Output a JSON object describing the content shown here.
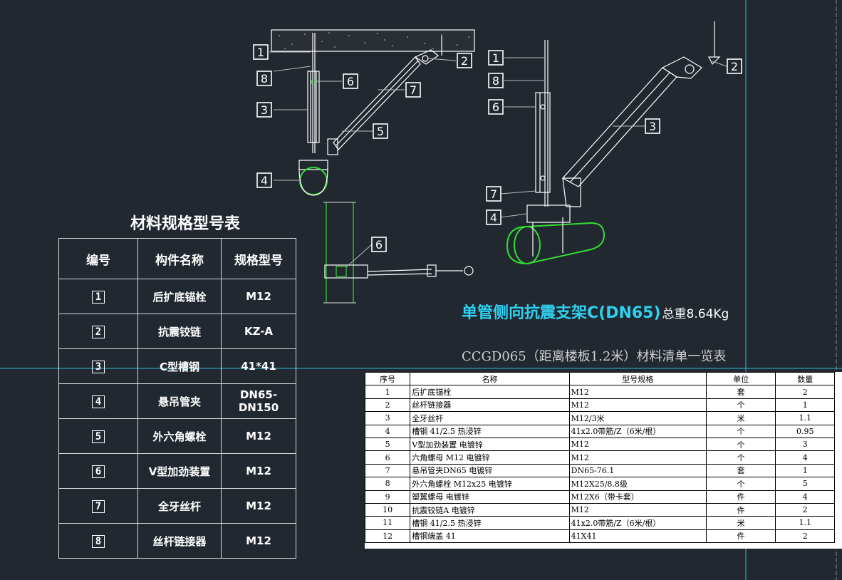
{
  "diagram_labels": {
    "left": [
      "1",
      "8",
      "6",
      "3",
      "7",
      "5",
      "4",
      "2"
    ],
    "right": [
      "1",
      "8",
      "6",
      "7",
      "4",
      "2",
      "3"
    ],
    "side": [
      "6"
    ]
  },
  "spec_table": {
    "title": "材料规格型号表",
    "headers": [
      "编号",
      "构件名称",
      "规格型号"
    ],
    "rows": [
      {
        "no": "1",
        "name": "后扩底锚栓",
        "spec": "M12"
      },
      {
        "no": "2",
        "name": "抗震铰链",
        "spec": "KZ-A"
      },
      {
        "no": "3",
        "name": "C型槽钢",
        "spec": "41*41"
      },
      {
        "no": "4",
        "name": "悬吊管夹",
        "spec": "DN65-DN150"
      },
      {
        "no": "5",
        "name": "外六角螺栓",
        "spec": "M12"
      },
      {
        "no": "6",
        "name": "V型加劲装置",
        "spec": "M12"
      },
      {
        "no": "7",
        "name": "全牙丝杆",
        "spec": "M12"
      },
      {
        "no": "8",
        "name": "丝杆链接器",
        "spec": "M12"
      }
    ]
  },
  "title": {
    "main": "单管侧向抗震支架C(DN65)",
    "weight": "总重8.64Kg",
    "sub": "CCGD065（距离楼板1.2米）材料清单一览表"
  },
  "bom": {
    "headers": [
      "序号",
      "名称",
      "型号规格",
      "单位",
      "数量"
    ],
    "rows": [
      {
        "no": "1",
        "name": "后扩底锚栓",
        "spec": "M12",
        "unit": "套",
        "qty": "2"
      },
      {
        "no": "2",
        "name": "丝杆链接器",
        "spec": "M12",
        "unit": "个",
        "qty": "1"
      },
      {
        "no": "3",
        "name": "全牙丝杆",
        "spec": "M12/3米",
        "unit": "米",
        "qty": "1.1"
      },
      {
        "no": "4",
        "name": "槽钢 41/2.5  热浸锌",
        "spec": "41x2.0带筋/Z（6米/根）",
        "unit": "个",
        "qty": "0.95"
      },
      {
        "no": "5",
        "name": "V型加劲装置 电镀锌",
        "spec": "M12",
        "unit": "个",
        "qty": "3"
      },
      {
        "no": "6",
        "name": "六角螺母 M12 电镀锌",
        "spec": "M12",
        "unit": "个",
        "qty": "4"
      },
      {
        "no": "7",
        "name": "悬吊管夹DN65 电镀锌",
        "spec": "DN65-76.1",
        "unit": "套",
        "qty": "1"
      },
      {
        "no": "8",
        "name": "外六角螺栓 M12x25 电镀锌",
        "spec": "M12X25/8.8级",
        "unit": "个",
        "qty": "5"
      },
      {
        "no": "9",
        "name": "塑翼螺母 电镀锌",
        "spec": "M12X6（带卡套）",
        "unit": "件",
        "qty": "4"
      },
      {
        "no": "10",
        "name": "抗震铰链A 电镀锌",
        "spec": "M12",
        "unit": "件",
        "qty": "2"
      },
      {
        "no": "11",
        "name": "槽钢 41/2.5  热浸锌",
        "spec": "41x2.0带筋/Z（6米/根）",
        "unit": "米",
        "qty": "1.1"
      },
      {
        "no": "12",
        "name": "槽钢端盖 41",
        "spec": "41X41",
        "unit": "件",
        "qty": "2"
      }
    ]
  },
  "colors": {
    "background": "#212830",
    "line": "#ffffff",
    "pipe": "#33dd33",
    "title_accent": "#2fd0f0",
    "crosshair": "#30b8d8"
  }
}
